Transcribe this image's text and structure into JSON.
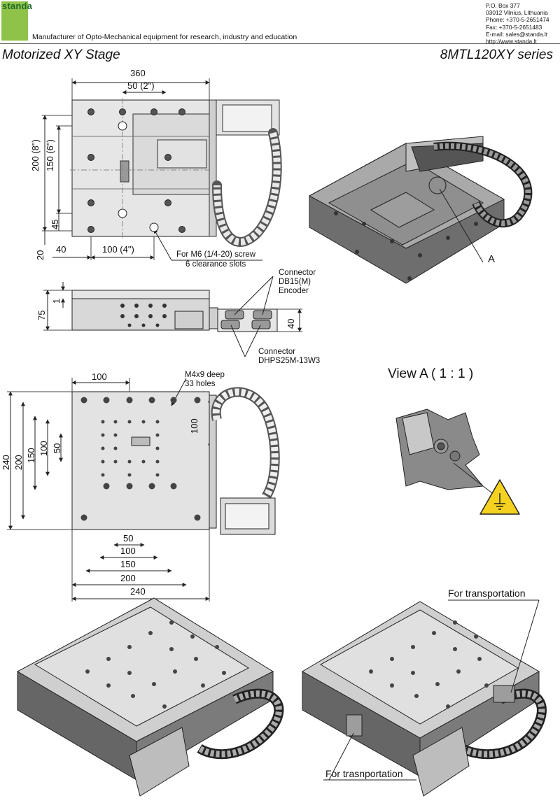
{
  "header": {
    "logo": "standa",
    "tagline": "Manufacturer of Opto-Mechanical equipment for research, industry and education",
    "contact": [
      "P.O. Box 377",
      "03012 Vilnius, Lithuania",
      "Phone: +370-5-2651474",
      "Fax: +370-5-2651483",
      "E-mail: sales@standa.lt",
      "http://www.standa.lt"
    ],
    "title": "Motorized XY Stage",
    "series": "8MTL120XY series"
  },
  "colors": {
    "logo_green": "#8fc249",
    "logo_text": "#1f6b2a",
    "warning_yellow": "#f5d21f"
  },
  "top_view": {
    "dims": {
      "width_total": "360",
      "pitch_top": "50 (2\")",
      "height_200": "200 (8\")",
      "height_150": "150 (6\")",
      "offset_45": "45",
      "offset_20": "20",
      "offset_40": "40",
      "pitch_bottom": "100 (4\")"
    },
    "note_line1": "For M6 (1/4-20) screw",
    "note_line2": "6 clearance slots"
  },
  "side_view": {
    "dims": {
      "height_75": "75",
      "height_1": "1",
      "height_40": "40"
    },
    "connector1": [
      "Connector",
      "DB15(M)",
      "Encoder"
    ],
    "connector2": [
      "Connector",
      "DHPS25M-13W3"
    ]
  },
  "bottom_view": {
    "dims": {
      "top_100": "100",
      "right_100": "100",
      "left": [
        "240",
        "200",
        "150",
        "100",
        "50"
      ],
      "bottom": [
        "50",
        "100",
        "150",
        "200",
        "240"
      ]
    },
    "holes_note": [
      "M4x9 deep",
      "33 holes"
    ]
  },
  "iso_view": {
    "callout": "A"
  },
  "detail_view": {
    "title": "View A ( 1 : 1 )"
  },
  "transport": {
    "top_label": "For transportation",
    "bottom_label": "For trasnportation"
  }
}
